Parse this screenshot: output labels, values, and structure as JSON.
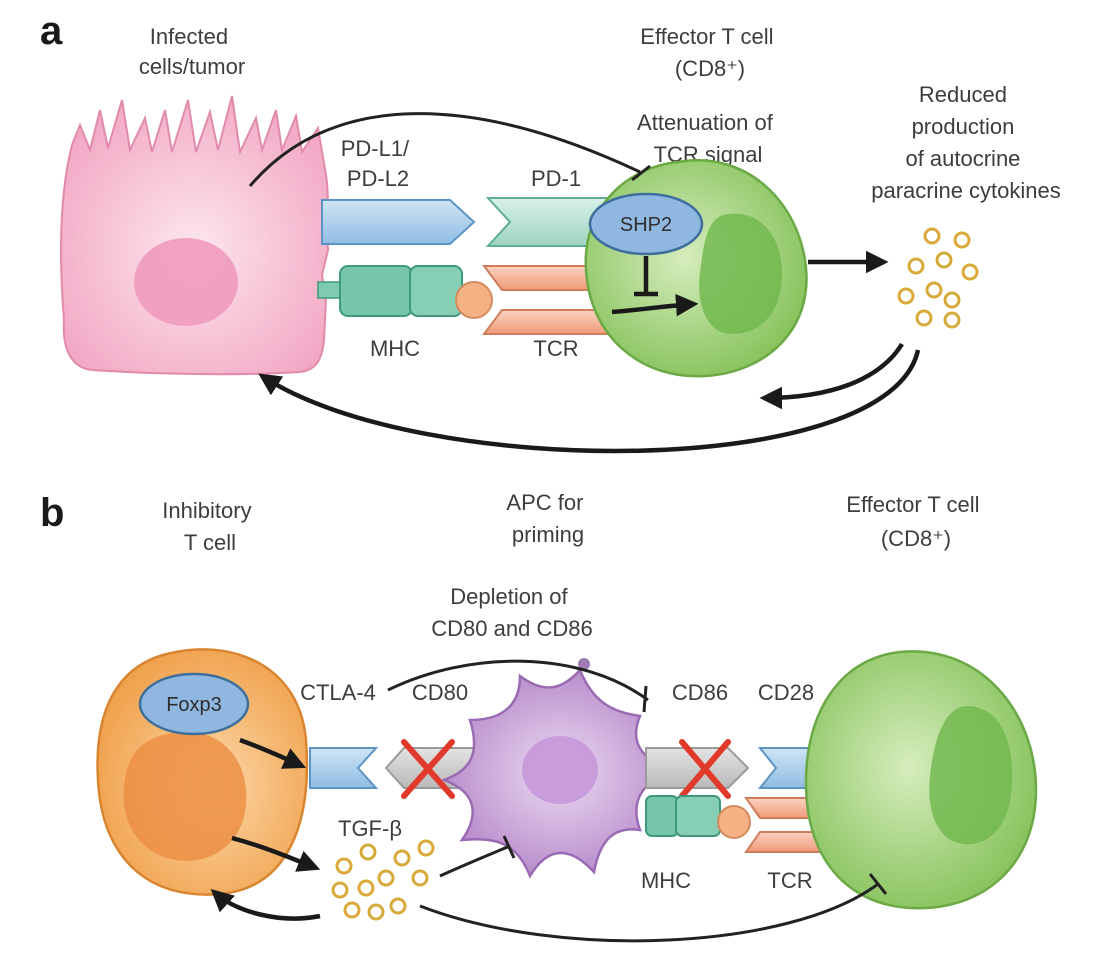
{
  "panel_a": {
    "letter": "a",
    "infected_label": [
      "Infected",
      "cells/tumor"
    ],
    "effector_label": [
      "Effector T cell",
      "(CD8⁺)"
    ],
    "attenuation_label": [
      "Attenuation of",
      "TCR signal"
    ],
    "reduced_label": [
      "Reduced",
      "production",
      "of autocrine",
      "paracrine cytokines"
    ],
    "pdl_label": [
      "PD-L1/",
      "PD-L2"
    ],
    "pd1_label": "PD-1",
    "shp2_label": "SHP2",
    "mhc_label": "MHC",
    "tcr_label": "TCR"
  },
  "panel_b": {
    "letter": "b",
    "inhibitory_label": [
      "Inhibitory",
      "T cell"
    ],
    "apc_label": [
      "APC for",
      "priming"
    ],
    "effector_label": [
      "Effector T cell",
      "(CD8⁺)"
    ],
    "depletion_label": [
      "Depletion of",
      "CD80 and CD86"
    ],
    "foxp3_label": "Foxp3",
    "ctla4_label": "CTLA-4",
    "cd80_label": "CD80",
    "cd86_label": "CD86",
    "cd28_label": "CD28",
    "tgfb_label": "TGF-β",
    "mhc_label": "MHC",
    "tcr_label": "TCR"
  },
  "colors": {
    "infected_cell": "#f6b8cf",
    "effector_cell": "#a6d37c",
    "inhibitory_cell": "#f5b15e",
    "apc_cell": "#c59bd5",
    "pdl_receptor": "#a9cdea",
    "pd1_receptor": "#b7e0d2",
    "mhc": "#6fc2a7",
    "tcr": "#f3ac8c",
    "shp2_foxp3": "#8fb7df",
    "cytokine": "#d9a93b",
    "block_x": "#e13a2a"
  }
}
